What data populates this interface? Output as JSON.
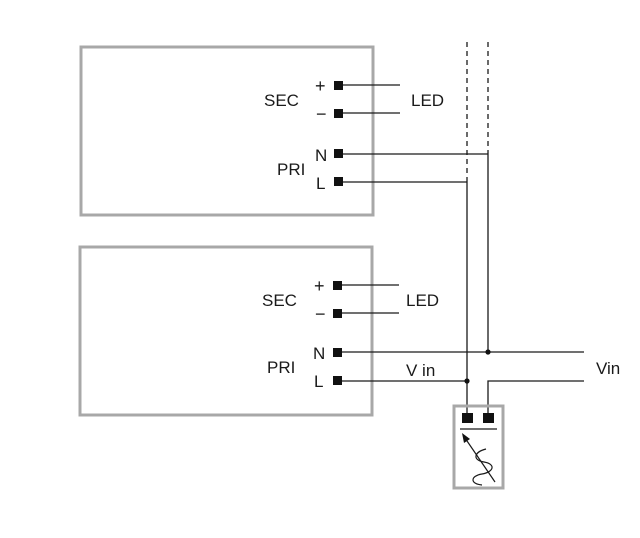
{
  "drivers": [
    {
      "sec_label": "SEC",
      "pri_label": "PRI",
      "plus_sign": "+",
      "minus_sign": "−",
      "n_label": "N",
      "l_label": "L",
      "led_label": "LED"
    },
    {
      "sec_label": "SEC",
      "pri_label": "PRI",
      "plus_sign": "+",
      "minus_sign": "−",
      "n_label": "N",
      "l_label": "L",
      "led_label": "LED"
    }
  ],
  "wiring": {
    "vin_inline_label": "V in",
    "vin_supply_label": "Vin"
  },
  "colors": {
    "line": "#1a1a1a",
    "box_border": "#a8a8a8",
    "terminal": "#111111"
  },
  "icons": {
    "protection_device": "varistor-surge-protector-icon"
  }
}
